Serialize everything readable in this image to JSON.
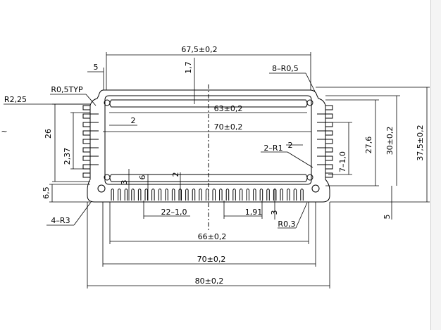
{
  "drawing": {
    "colors": {
      "line": "#000000",
      "background": "#ffffff"
    },
    "top_dims": {
      "overall_70_top": "67,5±0,2",
      "gap_5": "5",
      "wall_1_7": "1,7",
      "radius_8": "8–R0,5",
      "inner_63": "63±0,2",
      "inner_70": "70±0,2"
    },
    "left_dims": {
      "r_0_5_typ": "R0,5TYP",
      "r_2_25": "R2,25",
      "fin_26": "26",
      "fin_2_37": "2,37",
      "fin_2": "2",
      "base_6_5": "6,5",
      "base_3": "3",
      "base_6": "6",
      "mid_2": "2",
      "r_3": "4–R3",
      "edge_mark": "~"
    },
    "right_dims": {
      "r_1": "2–R1",
      "wall_2": "2",
      "slot_7": "7–1,0",
      "h_27_6": "27,6",
      "h_30": "30±0,2",
      "h_37_5": "37,5±0,2",
      "h_5": "5"
    },
    "bottom_dims": {
      "fins_22": "22–1,0",
      "pitch_1_91": "1,91",
      "fin_3": "3",
      "r_0_3": "R0,3",
      "width_66": "66±0,2",
      "width_70": "70±0,2",
      "width_80": "80±0,2"
    }
  }
}
